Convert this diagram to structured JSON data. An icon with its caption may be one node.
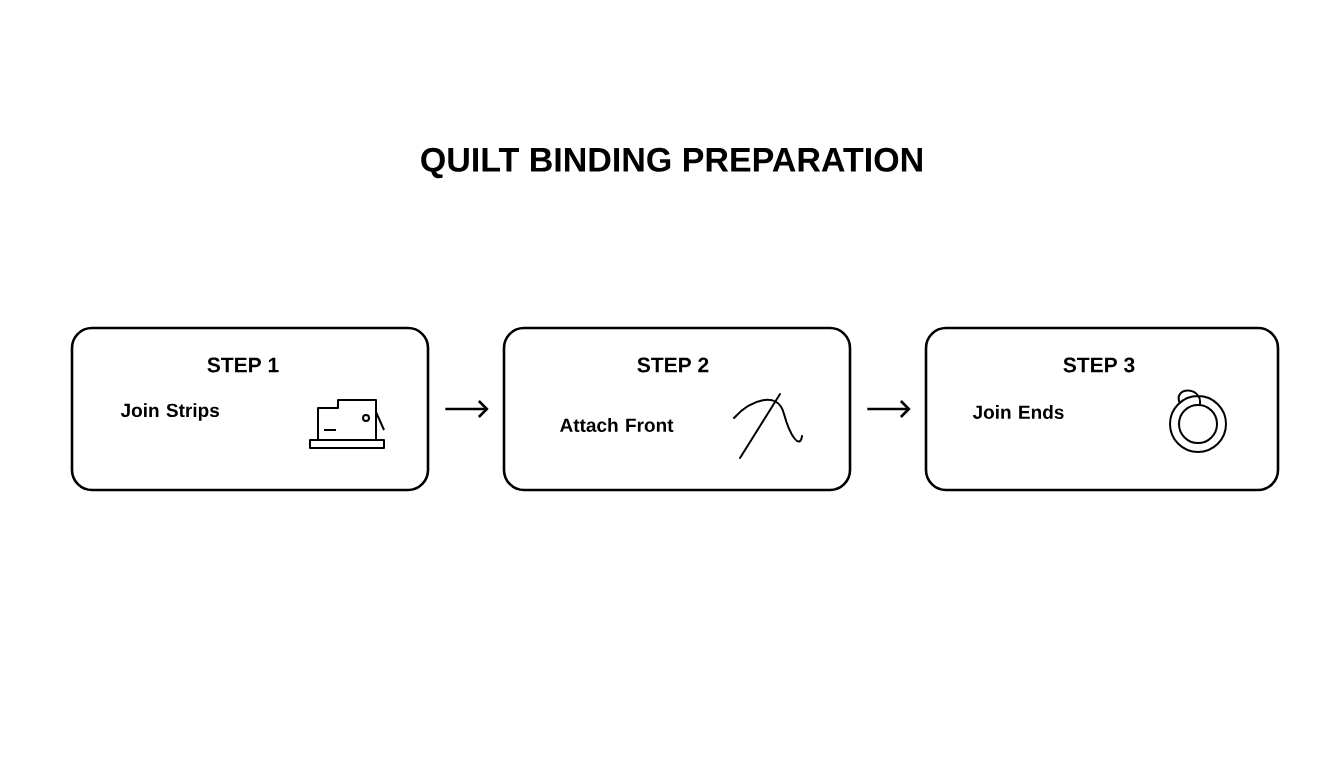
{
  "diagram": {
    "title": "QUILT BINDING PREPARATION",
    "nodes": [
      {
        "text": [
          "STEP 1",
          "Join Strips"
        ]
      },
      {
        "text": [
          "STEP 2",
          "Attach Front"
        ]
      },
      {
        "text": [
          "STEP 3",
          "Join Ends"
        ]
      }
    ],
    "edges": [
      {
        "from": 0,
        "to": 1,
        "arrow": "to"
      },
      {
        "from": 1,
        "to": 2,
        "arrow": "to"
      }
    ]
  }
}
